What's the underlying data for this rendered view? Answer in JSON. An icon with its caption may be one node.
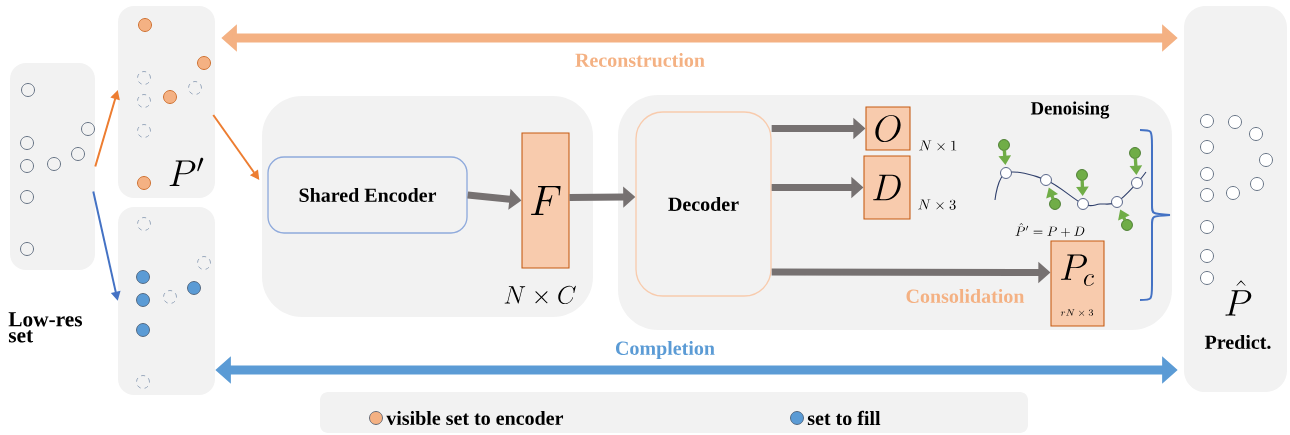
{
  "diagram": {
    "nodes": [
      {
        "text": [],
        "shape": "box",
        "beside": [
          "Low-res set"
        ]
      },
      {
        "text": [
          "P'"
        ]
      },
      {
        "text": [],
        "shape": "box"
      },
      {
        "text": [
          "N \\times C"
        ]
      },
      {
        "text": [
          "Shared Encoder"
        ],
        "in": 3
      },
      {
        "text": [
          "F"
        ],
        "in": 3
      },
      {
        "text": [],
        "shape": "box"
      },
      {
        "text": [
          "Decoder"
        ],
        "in": 6
      },
      {
        "text": [
          "O"
        ],
        "in": 6,
        "beside": [
          "N \\times 1"
        ]
      },
      {
        "text": [
          "D"
        ],
        "in": 6,
        "beside": [
          "N \\times 3"
        ]
      },
      {
        "text": [
          "P_c",
          "rN \\times 3"
        ],
        "in": 6
      },
      {
        "text": [
          "\\hat{P}",
          "Predict."
        ]
      }
    ],
    "edges": [
      {
        "from": 0,
        "to": 1,
        "arrow": "to",
        "color": "#ed7d31"
      },
      {
        "from": 0,
        "to": 2,
        "arrow": "to",
        "color": "#4472c4"
      },
      {
        "from": 1,
        "to": 4,
        "arrow": "to",
        "color": "#ed7d31"
      },
      {
        "from": 4,
        "to": 5,
        "arrow": "to"
      },
      {
        "from": 5,
        "to": 7,
        "arrow": "to"
      },
      {
        "from": 7,
        "to": 8,
        "arrow": "to"
      },
      {
        "from": 7,
        "to": 9,
        "arrow": "to"
      },
      {
        "from": 7,
        "to": 10,
        "arrow": "to",
        "label": "Consolidation"
      },
      {
        "from": 1,
        "to": 11,
        "arrow": "both",
        "color": "#f4b183",
        "label": "Reconstruction"
      },
      {
        "from": 2,
        "to": 11,
        "arrow": "both",
        "color": "#5b9bd5",
        "label": "Completion"
      }
    ],
    "labels": [
      "Denoising",
      "\\hat{P}' = P + D"
    ],
    "legend": [
      {
        "text": "visible set to encoder",
        "color": "#f4b183"
      },
      {
        "text": "set to fill",
        "color": "#5b9bd5"
      }
    ]
  }
}
